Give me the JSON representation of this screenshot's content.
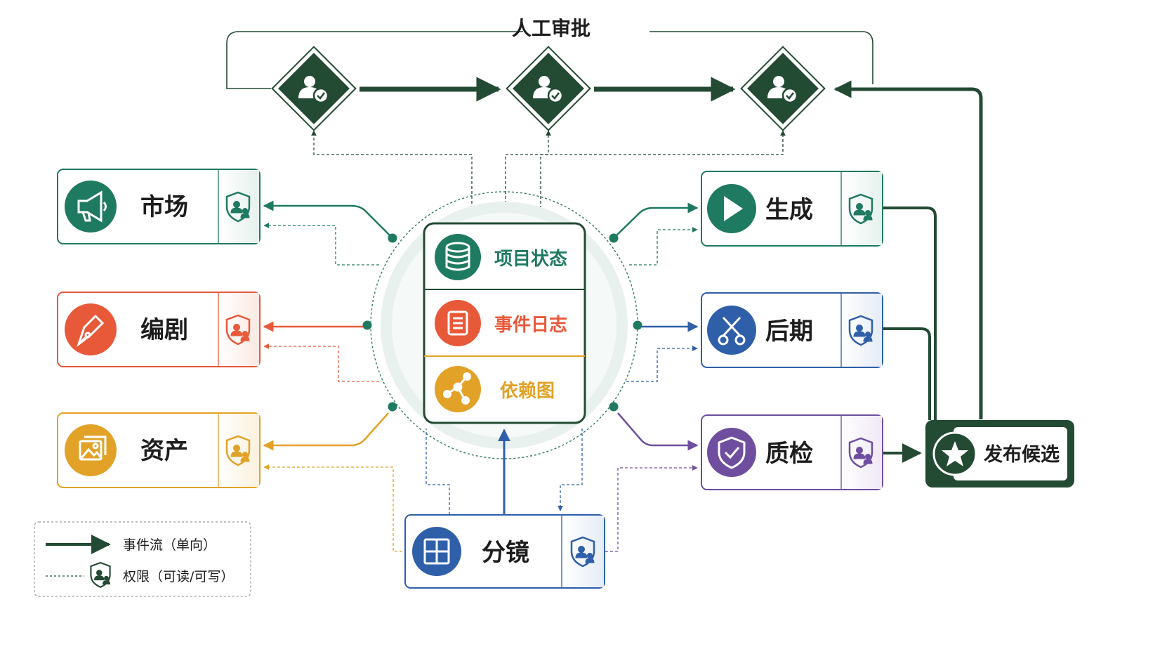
{
  "approval": {
    "title": "人工审批",
    "nodes": [
      "approval-1",
      "approval-2",
      "approval-3"
    ]
  },
  "core": {
    "items": [
      {
        "label": "项目状态",
        "icon": "database-icon",
        "color": "#1f7a62"
      },
      {
        "label": "事件日志",
        "icon": "document-icon",
        "color": "#e8593a"
      },
      {
        "label": "依赖图",
        "icon": "network-icon",
        "color": "#e2a227"
      }
    ]
  },
  "modules": {
    "market": {
      "label": "市场",
      "icon": "megaphone-icon",
      "color": "#1f7a62"
    },
    "script": {
      "label": "编剧",
      "icon": "pen-icon",
      "color": "#e8593a"
    },
    "assets": {
      "label": "资产",
      "icon": "images-icon",
      "color": "#e2a227"
    },
    "generate": {
      "label": "生成",
      "icon": "play-icon",
      "color": "#1f7a62"
    },
    "post": {
      "label": "后期",
      "icon": "scissors-icon",
      "color": "#2f5fa8"
    },
    "qa": {
      "label": "质检",
      "icon": "shield-check-icon",
      "color": "#6f4ea0"
    },
    "storyboard": {
      "label": "分镜",
      "icon": "grid-icon",
      "color": "#2f5fa8"
    }
  },
  "publish": {
    "label": "发布候选",
    "icon": "star-icon",
    "color": "#234a33"
  },
  "legend": {
    "event_flow": "事件流（单向）",
    "permission": "权限（可读/可写）"
  },
  "colors": {
    "dark_green": "#234a33",
    "teal": "#1f7a62",
    "orange": "#e8593a",
    "yellow": "#e2a227",
    "blue": "#2f5fa8",
    "purple": "#6f4ea0"
  }
}
